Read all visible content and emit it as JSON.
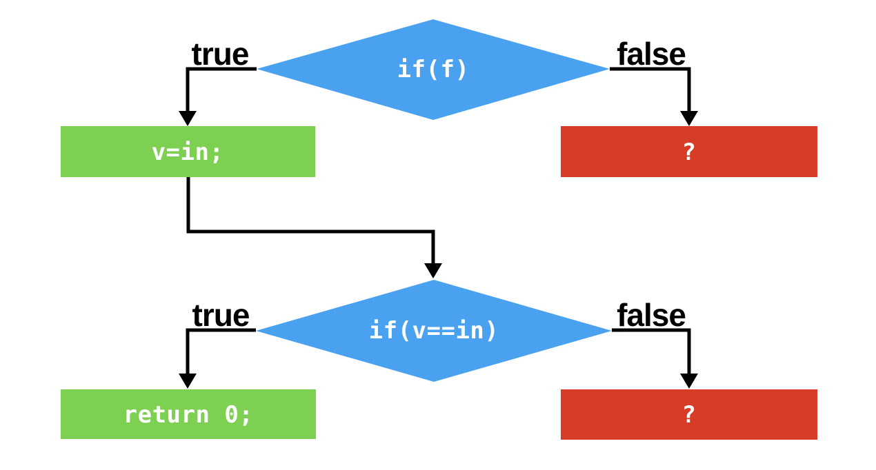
{
  "colors": {
    "decision_fill": "#4AA1EF",
    "true_box_fill": "#7ED053",
    "false_box_fill": "#D63C26",
    "connector": "#000000",
    "shape_text": "#FFFFFF",
    "branch_label_text": "#000000",
    "background": "#FFFFFF"
  },
  "nodes": {
    "decision1": {
      "label": "if(f)",
      "type": "decision"
    },
    "decision2": {
      "label": "if(v==in)",
      "type": "decision"
    },
    "process_true1": {
      "label": "v=in;",
      "type": "process"
    },
    "unknown_false1": {
      "label": "?",
      "type": "unknown"
    },
    "process_true2": {
      "label": "return 0;",
      "type": "process"
    },
    "unknown_false2": {
      "label": "?",
      "type": "unknown"
    }
  },
  "branch_labels": {
    "decision1_true": "true",
    "decision1_false": "false",
    "decision2_true": "true",
    "decision2_false": "false"
  }
}
